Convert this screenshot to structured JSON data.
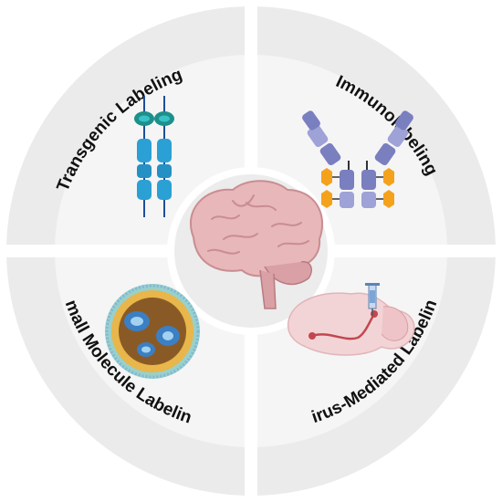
{
  "quadrants": {
    "top_left": {
      "label": "Transgenic Labeling",
      "icon": "transgenic-protein-icon"
    },
    "top_right": {
      "label": "Immunolabeling",
      "icon": "antibody-icon"
    },
    "bottom_left": {
      "label": "Small Molecule Labeling",
      "icon": "nanoparticle-icon"
    },
    "bottom_right": {
      "label": "Virus-Mediated Labeling",
      "icon": "viral-injection-brain-icon"
    }
  },
  "center": {
    "icon": "brain-icon"
  },
  "colors": {
    "ring": "#e9e9e9",
    "ring_inner": "#f3f3f3",
    "divider": "#ffffff",
    "brain": "#e8b7b9",
    "brain_dark": "#c98d92",
    "protein": "#2aa0d4",
    "protein_cap": "#1e8f8a",
    "antibody": "#7a7fc0",
    "antibody_light": "#9ea2d6",
    "fluorophore": "#f4a21c",
    "particle_core": "#8a5a26",
    "particle_ring": "#e8b64a",
    "particle_blob": "#3b7fc4",
    "particle_shell": "#4fb0a6",
    "sagittal": "#f2d4d6",
    "sagittal_line": "#c2474f",
    "syringe": "#7aa6d6"
  }
}
